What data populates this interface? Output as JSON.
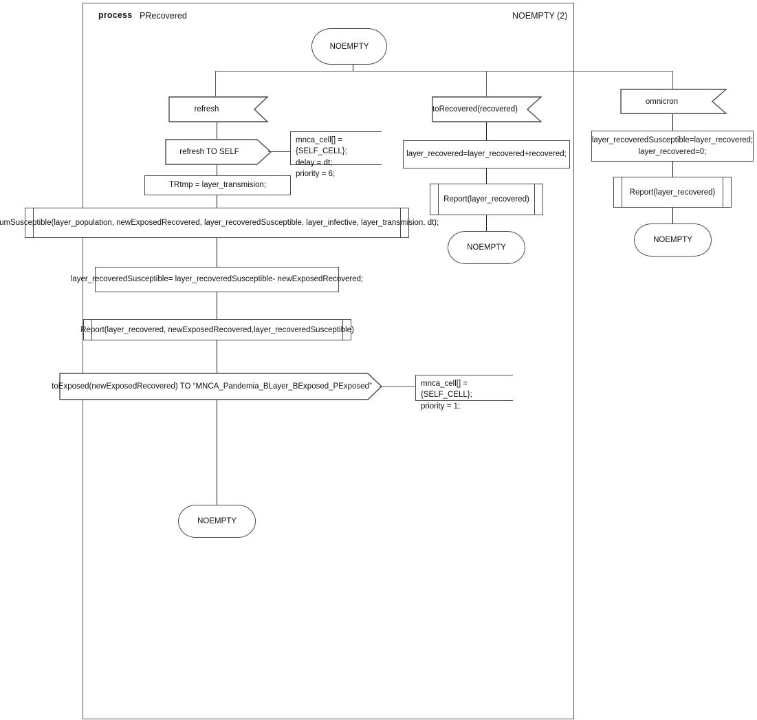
{
  "diagram": {
    "kind": "sdl-process-diagram",
    "keyword": "process",
    "name": "PRecovered",
    "frame_state_label": "NOEMPTY (2)"
  },
  "start_state": {
    "label": "NOEMPTY"
  },
  "branches": {
    "refresh": {
      "input_label": "refresh",
      "output_label": "refresh TO SELF",
      "output_comment": "mnca_cell[] = {SELF_CELL};\ndelay = dt;\npriority = 6;",
      "task_trtmp": "TRtmp  = layer_transmision;",
      "procedure_numsusceptible": "numSusceptible(layer_population, newExposedRecovered, layer_recoveredSusceptible, layer_infective, layer_transmision, dt);",
      "task_update": "layer_recoveredSusceptible= layer_recoveredSusceptible- newExposedRecovered;",
      "procedure_report": "Report(layer_recovered, newExposedRecovered,layer_recoveredSusceptible)",
      "output_toexposed": "toExposed(newExposedRecovered) TO “MNCA_Pandemia_BLayer_BExposed_PExposed”",
      "output_toexposed_comment": "mnca_cell[] = {SELF_CELL};\npriority = 1;",
      "end_state": "NOEMPTY"
    },
    "torecovered": {
      "input_label": "toRecovered(recovered)",
      "task": "layer_recovered=layer_recovered+recovered;",
      "procedure_report": "Report(layer_recovered)",
      "end_state": "NOEMPTY"
    },
    "omnicron": {
      "input_label": "omnicron",
      "task": "layer_recoveredSusceptible=layer_recovered;\nlayer_recovered=0;",
      "procedure_report": "Report(layer_recovered)",
      "end_state": "NOEMPTY"
    }
  },
  "colors": {
    "stroke": "#4a4a4a",
    "frame": "#595959",
    "line": "#1a1a1a",
    "background": "#ffffff",
    "text": "#111111"
  }
}
